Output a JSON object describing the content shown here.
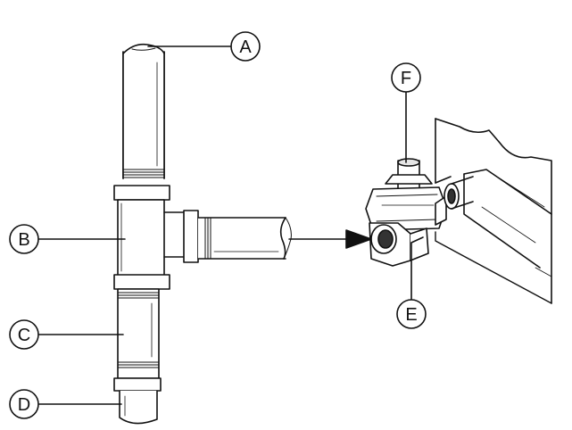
{
  "diagram": {
    "callouts": [
      {
        "id": "A",
        "label": "A"
      },
      {
        "id": "B",
        "label": "B"
      },
      {
        "id": "C",
        "label": "C"
      },
      {
        "id": "D",
        "label": "D"
      },
      {
        "id": "E",
        "label": "E"
      },
      {
        "id": "F",
        "label": "F"
      }
    ]
  },
  "colors": {
    "line": "#111111",
    "fill": "#ffffff",
    "shade": "#e6e6e6",
    "dark": "#333333"
  }
}
